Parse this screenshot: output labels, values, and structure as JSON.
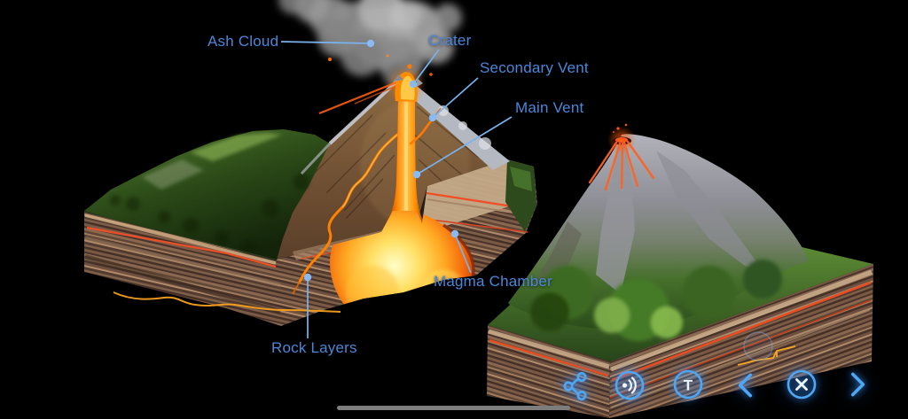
{
  "scene": {
    "left_figure": "Volcano cutaway cross-section model",
    "right_figure": "Volcano exterior model"
  },
  "labels": {
    "ash_cloud": "Ash Cloud",
    "crater": "Crater",
    "secondary_vent": "Secondary Vent",
    "main_vent": "Main Vent",
    "magma_chamber": "Magma Chamber",
    "rock_layers": "Rock Layers"
  },
  "controls": {
    "share": {
      "icon": "share-icon"
    },
    "sound": {
      "icon": "speaker-sound-icon"
    },
    "text_toggle": {
      "icon": "letter-t-icon",
      "glyph": "T"
    },
    "previous": {
      "icon": "chevron-left-icon"
    },
    "close": {
      "icon": "close-x-icon"
    },
    "next": {
      "icon": "chevron-right-icon"
    }
  },
  "colors": {
    "background": "#000000",
    "label_text": "#4b87d9",
    "leader_line": "#7ab2ee",
    "control_accent": "#4fa6f2",
    "control_glyph": "#ecf4fd",
    "home_indicator": "#7d7d7d",
    "magma_core": "#ffd84e",
    "lava_stripe": "#e8502a"
  },
  "system": {
    "home_indicator": true
  }
}
